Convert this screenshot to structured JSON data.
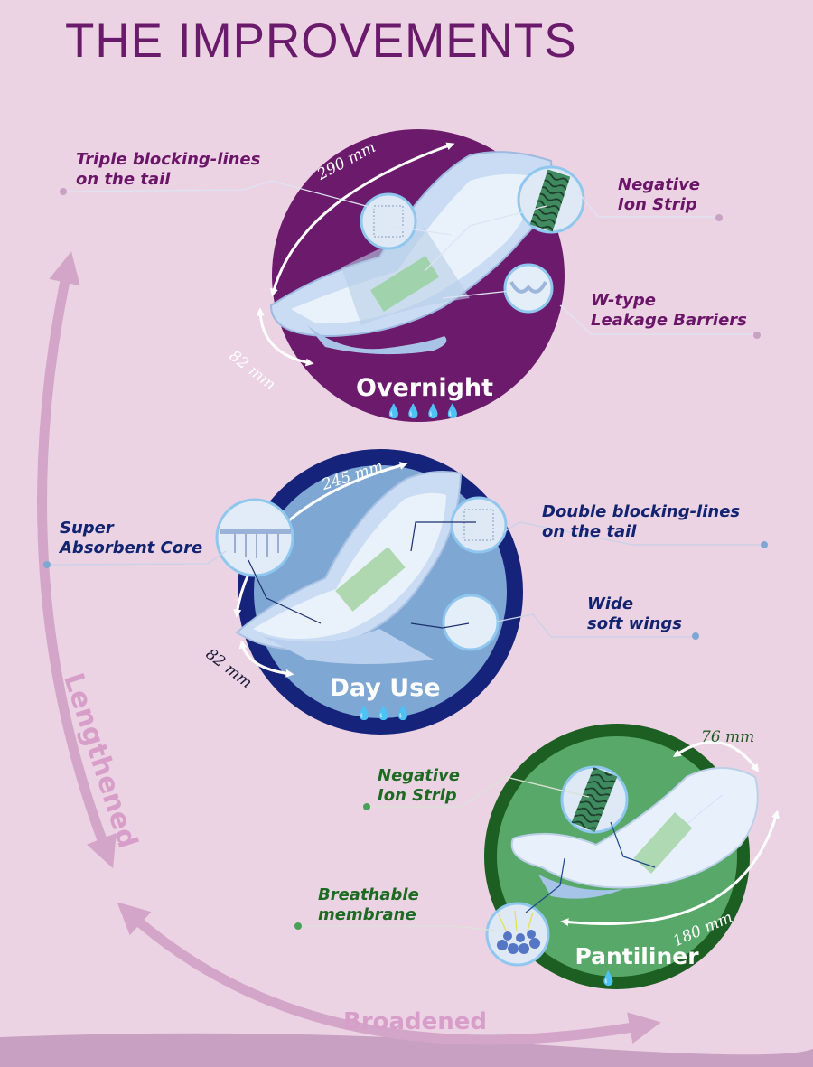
{
  "page": {
    "title": "THE IMPROVEMENTS"
  },
  "overnight": {
    "name": "Overnight",
    "drops": "💧💧💧💧",
    "length": "290 mm",
    "width": "82 mm",
    "features": {
      "triple": "Triple blocking-lines\non the tail",
      "ion": "Negative\nIon Strip",
      "wtype": "W-type\nLeakage Barriers"
    }
  },
  "dayuse": {
    "name": "Day Use",
    "drops": "💧💧💧",
    "length": "245 mm",
    "width": "82 mm",
    "features": {
      "core": "Super\nAbsorbent Core",
      "double": "Double blocking-lines\non the tail",
      "wings": "Wide\nsoft wings"
    }
  },
  "pantiliner": {
    "name": "Pantiliner",
    "drops": "💧",
    "length": "180 mm",
    "width": "76 mm",
    "features": {
      "ion": "Negative\nIon Strip",
      "membrane": "Breathable\nmembrane"
    }
  },
  "arrows": {
    "vertical": "Lengthened",
    "horizontal": "Broadened"
  },
  "colors": {
    "background": "#ecd3e3",
    "overnight": "#6b1a6c",
    "dayuse_ring": "#15237a",
    "dayuse_fill": "#7fa7d3",
    "pantiliner_ring": "#1d5e22",
    "pantiliner_fill": "#58a86a",
    "arrow": "#d3a5c8"
  }
}
